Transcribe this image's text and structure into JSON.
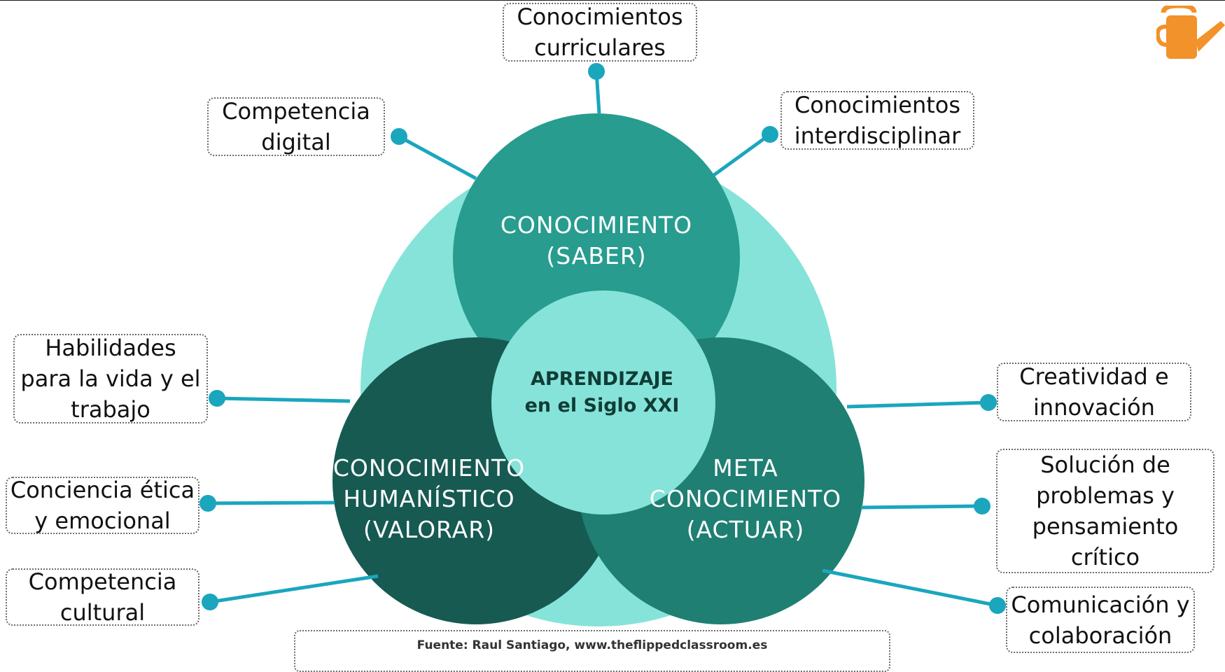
{
  "circles": {
    "conocimiento": "CONOCIMIENTO\n(SABER)",
    "humanistico": "CONOCIMIENTO\nHUMANÍSTICO\n(VALORAR)",
    "meta": "META\nCONOCIMIENTO\n(ACTUAR)",
    "center": "APRENDIZAJE\nen el Siglo XXI"
  },
  "boxes": {
    "curriculares": "Conocimientos\ncurriculares",
    "digital": "Competencia\ndigital",
    "interdisciplinar": "Conocimientos\ninterdisciplinar",
    "habilidades": "Habilidades\npara la vida y el\ntrabajo",
    "etica": "Conciencia ética\ny emocional",
    "cultural": "Competencia\ncultural",
    "creatividad": "Creatividad e\ninnovación",
    "solucion": "Solución de\nproblemas y\npensamiento\ncrítico",
    "comunicacion": "Comunicación y\ncolaboración"
  },
  "source": "Fuente: Raul Santiago, www.theflippedclassroom.es",
  "colors": {
    "outer": "#86e3d9",
    "top": "#279c8f",
    "left": "#165a52",
    "right": "#1e7f72",
    "center": "#86e3d9",
    "connector": "#1aa6bd",
    "logo": "#f2922a"
  },
  "icons": {
    "logo": "watering-can-icon"
  }
}
